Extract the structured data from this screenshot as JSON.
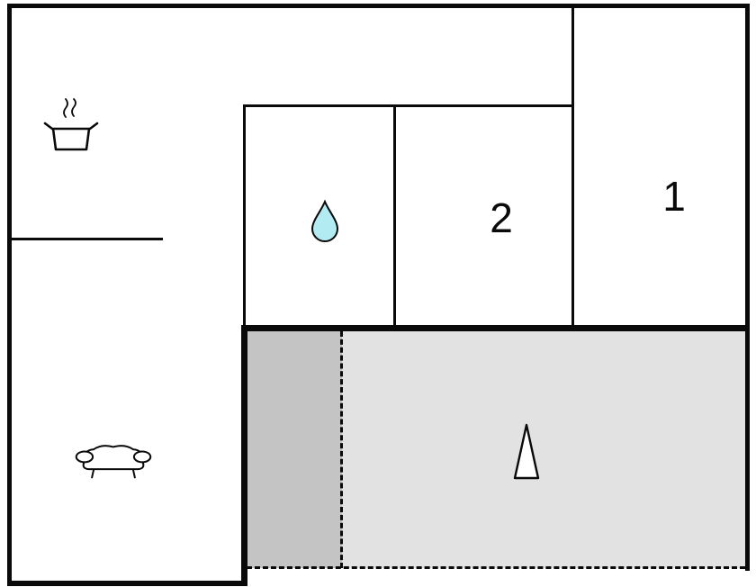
{
  "floorplan": {
    "rooms": [
      {
        "name": "bedroom-1",
        "label": "1"
      },
      {
        "name": "bedroom-2",
        "label": "2"
      },
      {
        "name": "bathroom",
        "icon": "water-drop-icon"
      },
      {
        "name": "kitchen",
        "icon": "cooking-pot-icon"
      },
      {
        "name": "living-room",
        "icon": "sofa-icon"
      },
      {
        "name": "terrace",
        "icon": "tree-icon"
      }
    ],
    "colors": {
      "wall": "#0a0a0a",
      "background": "#ffffff",
      "terrace_dark": "#c4c4c4",
      "terrace_light": "#e2e2e2",
      "water_drop_fill": "#b2ecf2"
    }
  }
}
